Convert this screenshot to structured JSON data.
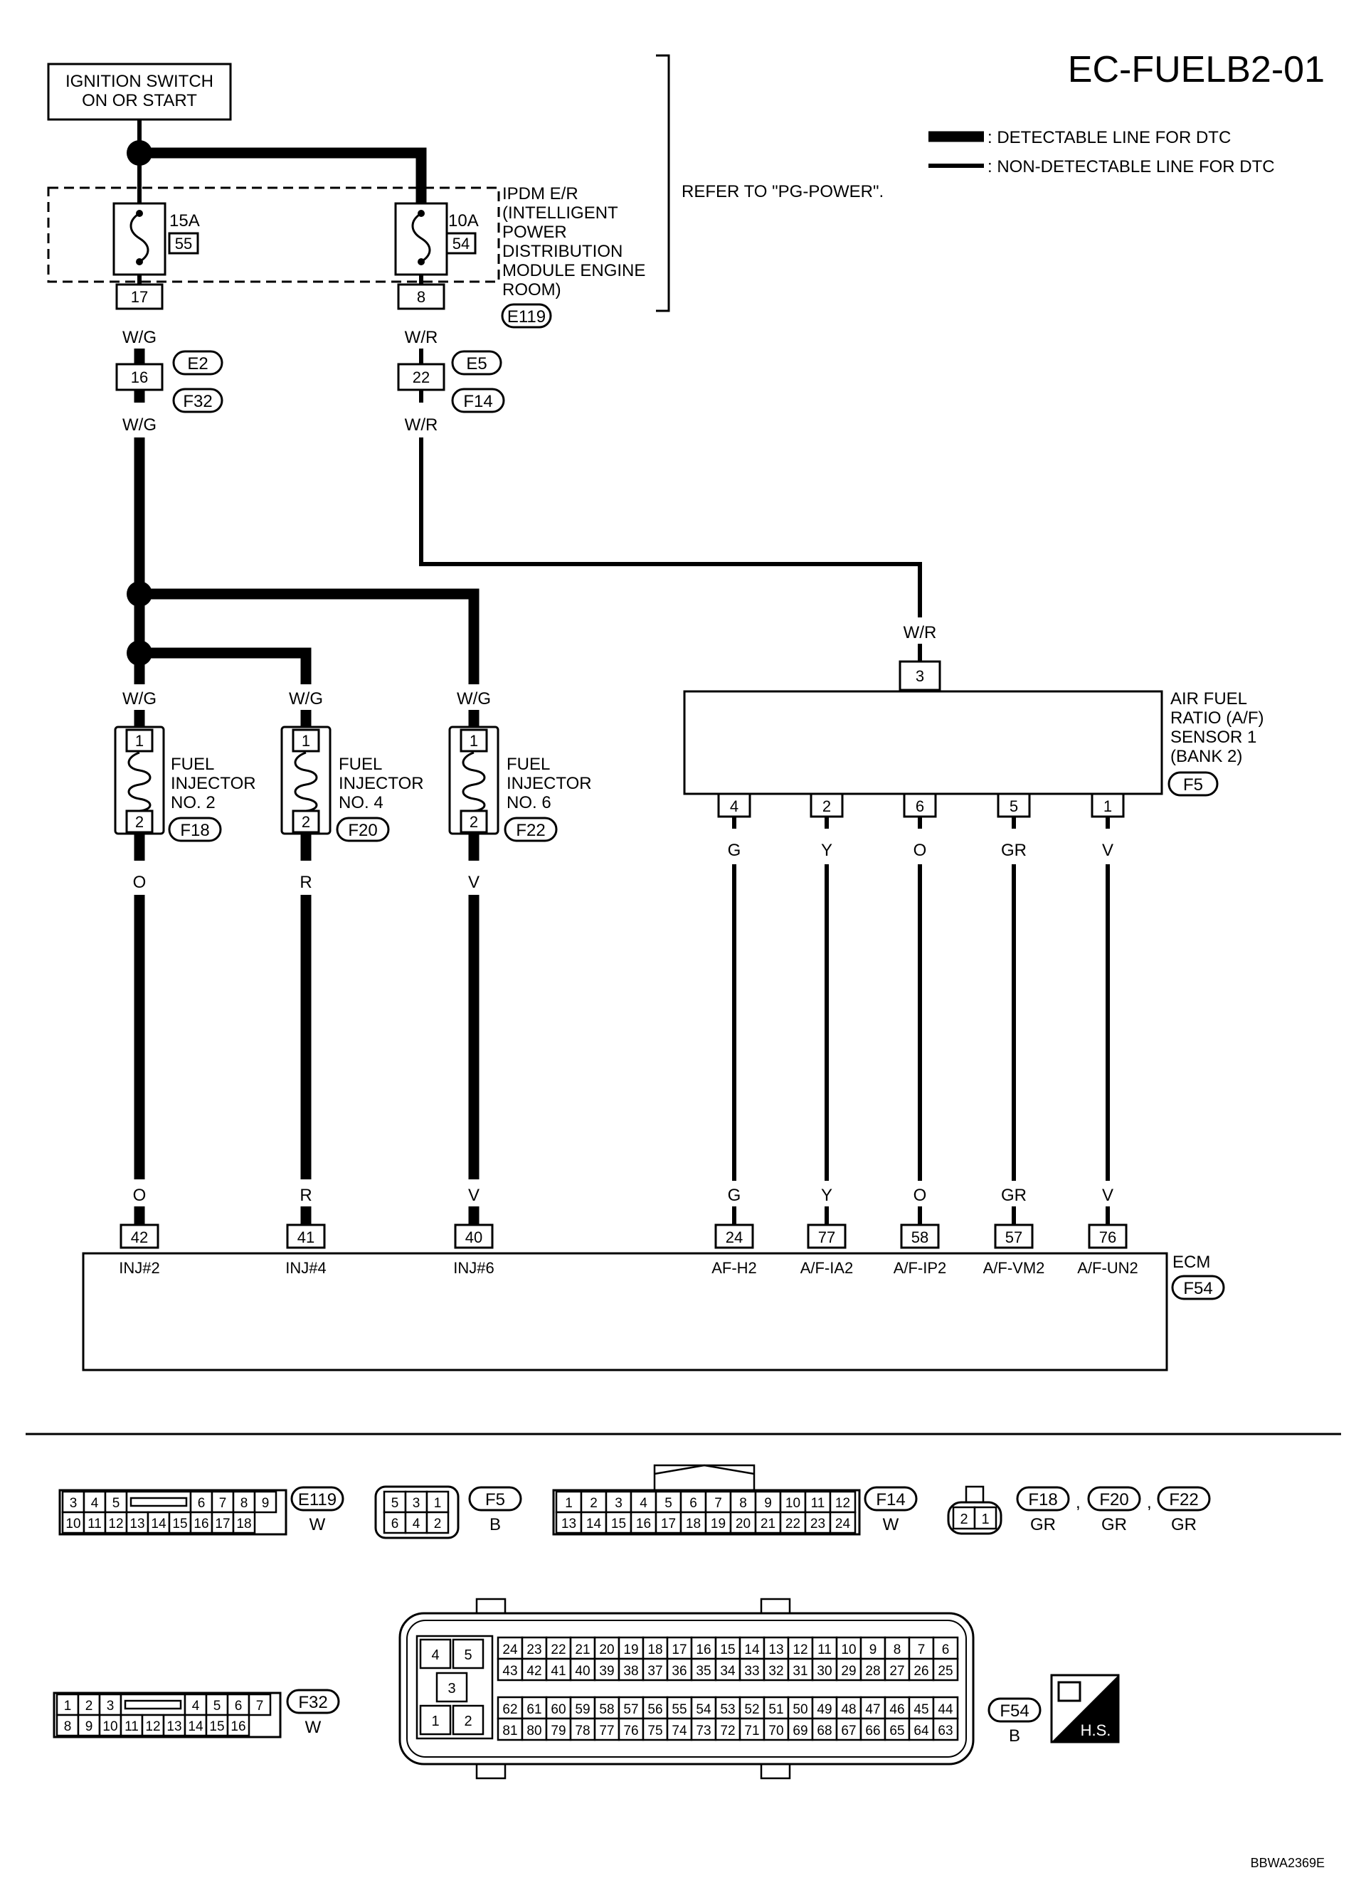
{
  "diagram_title": "EC-FUELB2-01",
  "ignition_switch": "IGNITION SWITCH\nON OR START",
  "legend": {
    "detectable": ": DETECTABLE LINE FOR DTC",
    "non_detectable": ": NON-DETECTABLE LINE FOR DTC"
  },
  "refer_note": "REFER TO \"PG-POWER\".",
  "ipdm": {
    "label": "IPDM E/R\n(INTELLIGENT\nPOWER\nDISTRIBUTION\nMODULE ENGINE\nROOM)",
    "connector": "E119",
    "fuses": [
      {
        "rating": "15A",
        "number": "55",
        "pin": "17"
      },
      {
        "rating": "10A",
        "number": "54",
        "pin": "8"
      }
    ]
  },
  "joint_connectors": [
    {
      "pin": "16",
      "conn_top": "E2",
      "conn_bottom": "F32",
      "wire_top": "W/G",
      "wire_bottom": "W/G"
    },
    {
      "pin": "22",
      "conn_top": "E5",
      "conn_bottom": "F14",
      "wire_top": "W/R",
      "wire_bottom": "W/R"
    }
  ],
  "injectors": [
    {
      "label": "FUEL\nINJECTOR\nNO. 2",
      "connector": "F18",
      "pin_in": "1",
      "pin_out": "2",
      "wire_in": "W/G",
      "wire_out": "O"
    },
    {
      "label": "FUEL\nINJECTOR\nNO. 4",
      "connector": "F20",
      "pin_in": "1",
      "pin_out": "2",
      "wire_in": "W/G",
      "wire_out": "R"
    },
    {
      "label": "FUEL\nINJECTOR\nNO. 6",
      "connector": "F22",
      "pin_in": "1",
      "pin_out": "2",
      "wire_in": "W/G",
      "wire_out": "V"
    }
  ],
  "af_sensor": {
    "label": "AIR FUEL\nRATIO (A/F)\nSENSOR 1\n(BANK 2)",
    "connector": "F5",
    "input_pin": "3",
    "input_wire": "W/R",
    "pins": [
      {
        "pin": "4",
        "wire": "G"
      },
      {
        "pin": "2",
        "wire": "Y"
      },
      {
        "pin": "6",
        "wire": "O"
      },
      {
        "pin": "5",
        "wire": "GR"
      },
      {
        "pin": "1",
        "wire": "V"
      }
    ]
  },
  "ecm": {
    "label": "ECM",
    "connector": "F54",
    "terminals": [
      {
        "wire": "O",
        "pin": "42",
        "name": "INJ#2"
      },
      {
        "wire": "R",
        "pin": "41",
        "name": "INJ#4"
      },
      {
        "wire": "V",
        "pin": "40",
        "name": "INJ#6"
      },
      {
        "wire": "G",
        "pin": "24",
        "name": "AF-H2"
      },
      {
        "wire": "Y",
        "pin": "77",
        "name": "A/F-IA2"
      },
      {
        "wire": "O",
        "pin": "58",
        "name": "A/F-IP2"
      },
      {
        "wire": "GR",
        "pin": "57",
        "name": "A/F-VM2"
      },
      {
        "wire": "V",
        "pin": "76",
        "name": "A/F-UN2"
      }
    ]
  },
  "connector_views": {
    "e119": {
      "name": "E119",
      "color": "W",
      "top": [
        "3",
        "4",
        "5",
        "",
        "6",
        "7",
        "8",
        "9"
      ],
      "bottom": [
        "10",
        "11",
        "12",
        "13",
        "14",
        "15",
        "16",
        "17",
        "18"
      ]
    },
    "f5": {
      "name": "F5",
      "color": "B",
      "top": [
        "5",
        "3",
        "1"
      ],
      "bottom": [
        "6",
        "4",
        "2"
      ]
    },
    "f14": {
      "name": "F14",
      "color": "W",
      "top": [
        "1",
        "2",
        "3",
        "4",
        "5",
        "6",
        "7",
        "8",
        "9",
        "10",
        "11",
        "12"
      ],
      "bottom": [
        "13",
        "14",
        "15",
        "16",
        "17",
        "18",
        "19",
        "20",
        "21",
        "22",
        "23",
        "24"
      ]
    },
    "injector_plug": {
      "pins": [
        "2",
        "1"
      ],
      "tags": [
        {
          "name": "F18",
          "color": "GR"
        },
        {
          "name": "F20",
          "color": "GR"
        },
        {
          "name": "F22",
          "color": "GR"
        }
      ],
      "separator": ","
    },
    "f32": {
      "name": "F32",
      "color": "W",
      "top": [
        "1",
        "2",
        "3",
        "",
        "4",
        "5",
        "6",
        "7"
      ],
      "bottom": [
        "8",
        "9",
        "10",
        "11",
        "12",
        "13",
        "14",
        "15",
        "16"
      ]
    },
    "f54": {
      "name": "F54",
      "color": "B",
      "left_top": [
        "4",
        "5"
      ],
      "left_mid": "3",
      "left_bottom": [
        "1",
        "2"
      ],
      "row1": [
        "24",
        "23",
        "22",
        "21",
        "20",
        "19",
        "18",
        "17",
        "16",
        "15",
        "14",
        "13",
        "12",
        "11",
        "10",
        "9",
        "8",
        "7",
        "6"
      ],
      "row2": [
        "43",
        "42",
        "41",
        "40",
        "39",
        "38",
        "37",
        "36",
        "35",
        "34",
        "33",
        "32",
        "31",
        "30",
        "29",
        "28",
        "27",
        "26",
        "25"
      ],
      "row3": [
        "62",
        "61",
        "60",
        "59",
        "58",
        "57",
        "56",
        "55",
        "54",
        "53",
        "52",
        "51",
        "50",
        "49",
        "48",
        "47",
        "46",
        "45",
        "44"
      ],
      "row4": [
        "81",
        "80",
        "79",
        "78",
        "77",
        "76",
        "75",
        "74",
        "73",
        "72",
        "71",
        "70",
        "69",
        "68",
        "67",
        "66",
        "65",
        "64",
        "63"
      ]
    }
  },
  "hs_badge": "H.S.",
  "figure_code": "BBWA2369E"
}
